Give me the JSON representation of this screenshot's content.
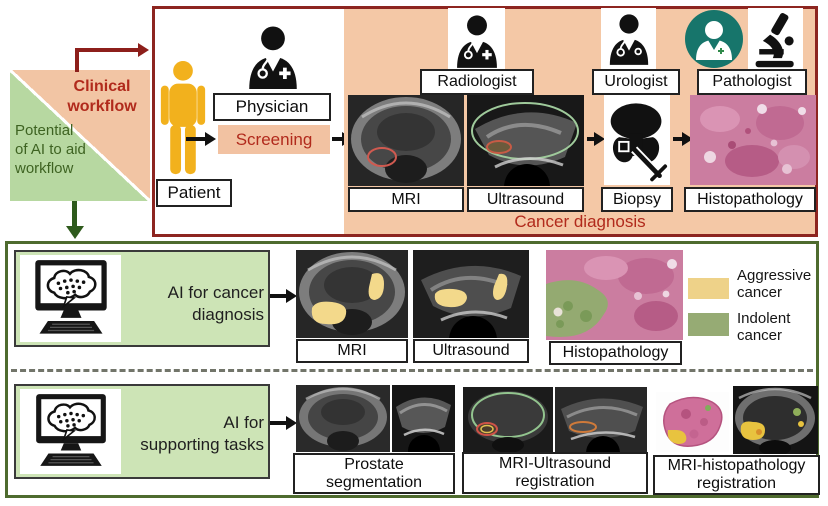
{
  "figure": {
    "quadrant": {
      "clinical_label": "Clinical\nworkflow",
      "potential_label": "Potential\nof AI to aid\nworkflow"
    },
    "clinical_workflow": {
      "patient_label": "Patient",
      "physician_label": "Physician",
      "screening_label": "Screening",
      "radiologist_label": "Radiologist",
      "urologist_label": "Urologist",
      "pathologist_label": "Pathologist",
      "mri_label": "MRI",
      "ultrasound_label": "Ultrasound",
      "biopsy_label": "Biopsy",
      "histopathology_label": "Histopathology",
      "cancer_diagnosis_label": "Cancer diagnosis"
    },
    "ai_cancer_diagnosis": {
      "title": "AI for cancer\ndiagnosis",
      "mri_label": "MRI",
      "ultrasound_label": "Ultrasound",
      "histopathology_label": "Histopathology",
      "legend": [
        {
          "label": "Aggressive\ncancer",
          "color": "#eed289"
        },
        {
          "label": "Indolent\ncancer",
          "color": "#96ab74"
        }
      ]
    },
    "ai_supporting_tasks": {
      "title": "AI for\nsupporting tasks",
      "task_labels": [
        "Prostate\nsegmentation",
        "MRI-Ultrasound\nregistration",
        "MRI-histopathology\nregistration"
      ]
    },
    "colors": {
      "clinical_accent": "#b12a1c",
      "clinical_border": "#8d2520",
      "clinical_fill": "#f4c8a6",
      "ai_accent": "#3f6420",
      "ai_border": "#4e6b2e",
      "ai_fill": "#cde4b6",
      "patient_yellow": "#f2b11d",
      "pathologist_teal": "#17756b",
      "aggressive_cancer": "#eed289",
      "indolent_cancer": "#96ab74"
    },
    "icons": {
      "patient": "person-silhouette",
      "physician": "doctor-with-stethoscope",
      "radiologist": "doctor-with-stethoscope",
      "urologist": "doctor-with-stethoscope",
      "pathologist": "doctor-in-teal-circle",
      "microscope": "microscope",
      "biopsy": "prostate-with-needle",
      "ai_computer": "computer-with-brain",
      "flow": "black-arrows"
    }
  }
}
